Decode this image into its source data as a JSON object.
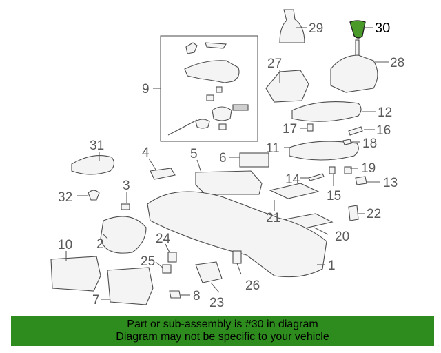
{
  "callouts": {
    "c1": "1",
    "c2": "2",
    "c3": "3",
    "c4": "4",
    "c5": "5",
    "c6": "6",
    "c7": "7",
    "c8": "8",
    "c9": "9",
    "c10": "10",
    "c11": "11",
    "c12": "12",
    "c13": "13",
    "c14": "14",
    "c15": "15",
    "c16": "16",
    "c17": "17",
    "c18": "18",
    "c19": "19",
    "c20": "20",
    "c21": "21",
    "c22": "22",
    "c23": "23",
    "c24": "24",
    "c25": "25",
    "c26": "26",
    "c27": "27",
    "c28": "28",
    "c29": "29",
    "c30": "30",
    "c31": "31",
    "c32": "32"
  },
  "highlight": {
    "part_number": "30",
    "color": "#4a9a2a"
  },
  "banner": {
    "line1": "Part or sub-assembly is #30 in diagram",
    "line2": "Diagram may not be specific to your vehicle",
    "color": "#2e8b1e"
  }
}
